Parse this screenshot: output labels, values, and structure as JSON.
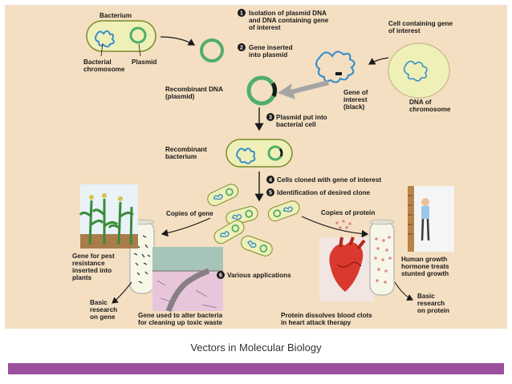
{
  "figure": {
    "labels": {
      "bacterium": "Bacterium",
      "bacterial_chromosome": [
        "Bacterial",
        "chromosome"
      ],
      "plasmid": "Plasmid",
      "cell_gene": [
        "Cell containing gene",
        "of interest"
      ],
      "dna_chromosome": [
        "DNA of",
        "chromosome"
      ],
      "gene_of_interest": [
        "Gene of",
        "interest",
        "(black)"
      ],
      "recombinant_dna": [
        "Recombinant DNA",
        "(plasmid)"
      ],
      "recombinant_bacterium": [
        "Recombinant",
        "bacterium"
      ],
      "copies_gene": "Copies of gene",
      "copies_protein": "Copies of protein",
      "pest_resistance": [
        "Gene for pest",
        "resistance",
        "inserted into",
        "plants"
      ],
      "basic_research_gene": [
        "Basic",
        "research",
        "on gene"
      ],
      "toxic_waste": [
        "Gene used to alter bacteria",
        "for cleaning up toxic waste"
      ],
      "blood_clots": [
        "Protein dissolves blood clots",
        "in heart attack therapy"
      ],
      "growth_hormone": [
        "Human growth",
        "hormone treats",
        "stunted growth"
      ],
      "basic_research_protein": [
        "Basic",
        "research",
        "on protein"
      ]
    },
    "steps": [
      {
        "num": "1",
        "text": [
          "Isolation of plasmid DNA",
          "and DNA containing gene",
          "of interest"
        ]
      },
      {
        "num": "2",
        "text": [
          "Gene inserted",
          "into plasmid"
        ]
      },
      {
        "num": "3",
        "text": [
          "Plasmid put into",
          "bacterial cell"
        ]
      },
      {
        "num": "4",
        "text": [
          "Cells cloned with gene of interest"
        ]
      },
      {
        "num": "5",
        "text": [
          "Identification of desired clone"
        ]
      },
      {
        "num": "6",
        "text": [
          "Various applications"
        ]
      }
    ],
    "colors": {
      "background": "#f4dfc2",
      "cell_fill": "#eef0b8",
      "plasmid": "#4fae6a",
      "dna": "#3d8fc7",
      "arrow": "#1a1a1a",
      "gray_arrow": "#a5a5a5"
    }
  },
  "caption": "Vectors in Molecular Biology",
  "footer_color": "#9b4f9c"
}
